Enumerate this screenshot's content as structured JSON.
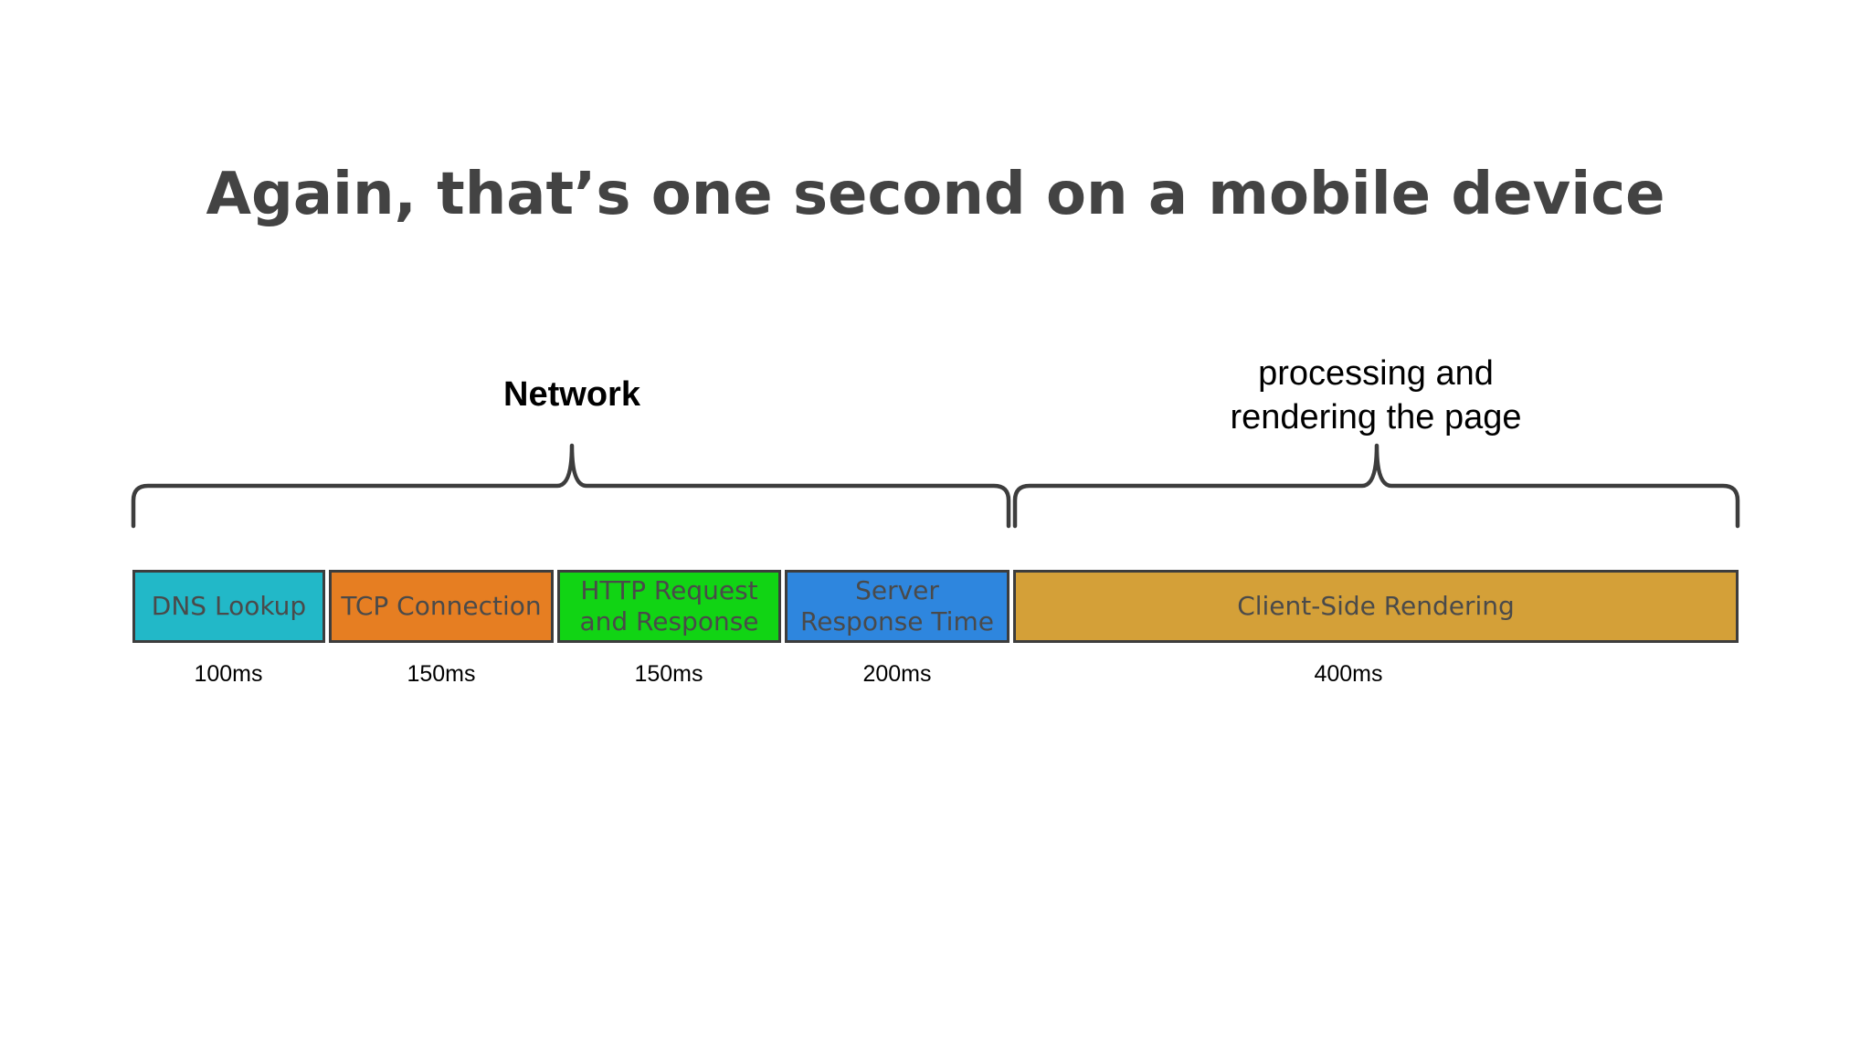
{
  "slide": {
    "title": "Again, that’s one second on a mobile device"
  },
  "groups": {
    "network_label": "Network",
    "processing_label": "processing and\nrendering the page"
  },
  "segments": [
    {
      "label": "DNS Lookup",
      "duration": "100ms",
      "color": "#22b8c8"
    },
    {
      "label": "TCP Connection",
      "duration": "150ms",
      "color": "#e67e22"
    },
    {
      "label": "HTTP Request\nand Response",
      "duration": "150ms",
      "color": "#11d414"
    },
    {
      "label": "Server\nResponse Time",
      "duration": "200ms",
      "color": "#2e86de"
    },
    {
      "label": "Client-Side Rendering",
      "duration": "400ms",
      "color": "#d4a038"
    }
  ]
}
